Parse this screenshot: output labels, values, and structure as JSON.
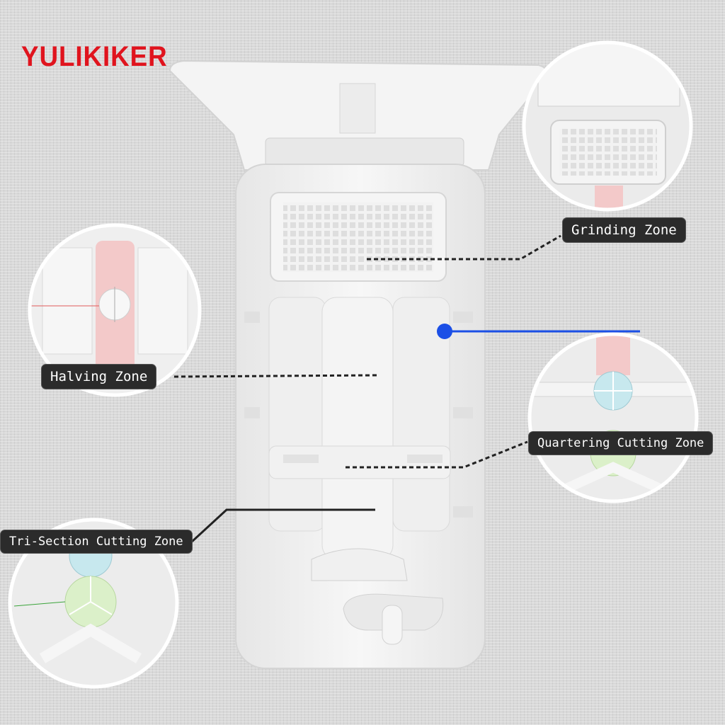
{
  "brand": {
    "name": "YULIKIKER",
    "color": "#e0141e"
  },
  "zones": {
    "grinding": "Grinding Zone",
    "halving": "Halving Zone",
    "quartering": "Quartering Cutting Zone",
    "tri_section": "Tri-Section Cutting Zone"
  },
  "colors": {
    "pink_zone": "#f3c9c9",
    "blue_zone": "#c7e8ee",
    "green_zone": "#dbf0c9",
    "indicator": "#1b4fe6"
  }
}
